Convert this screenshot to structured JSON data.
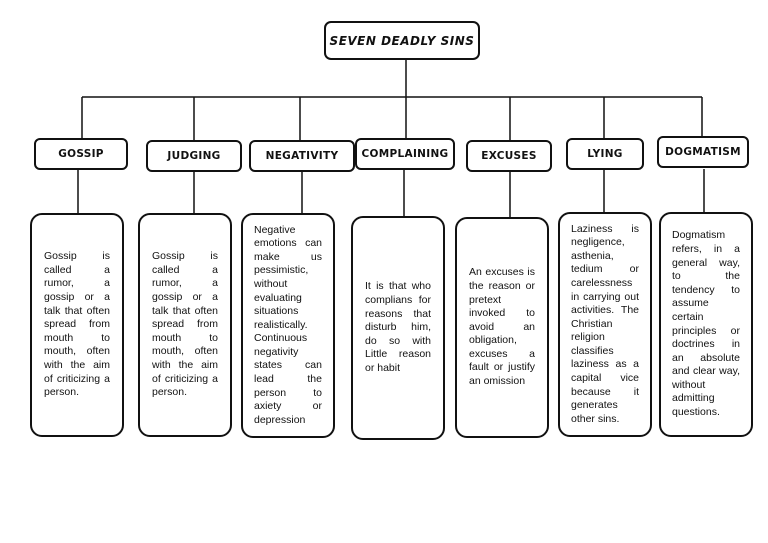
{
  "title": "SEVEN DEADLY SINS",
  "sins": [
    {
      "name": "GOSSIP",
      "description": "Gossip is called a rumor, a gossip or a talk that often spread from mouth to mouth, often with the aim of criticizing a person."
    },
    {
      "name": "JUDGING",
      "description": "Gossip is called a rumor, a gossip or a talk that often spread from mouth to mouth, often with the aim of criticizing a person."
    },
    {
      "name": "NEGATIVITY",
      "description": "Negative emotions can make us pessimistic, without evaluating situations realistically. Continuous negativity states can lead the person to axiety or depression"
    },
    {
      "name": "COMPLAINING",
      "description": "It is that who complians for reasons that disturb him, do so with Little reason or habit"
    },
    {
      "name": "EXCUSES",
      "description": "An excuses is the reason or pretext invoked to avoid an obligation, excuses a fault or justify an omission"
    },
    {
      "name": "LYING",
      "description": "Laziness is negligence, asthenia, tedium or carelessness in carrying out activities. The Christian religion classifies laziness as a capital vice because it generates other sins."
    },
    {
      "name": "DOGMATISM",
      "description": "Dogmatism refers, in a general way, to the tendency to assume certain principles or doctrines in an absolute and clear way, without admitting questions."
    }
  ]
}
